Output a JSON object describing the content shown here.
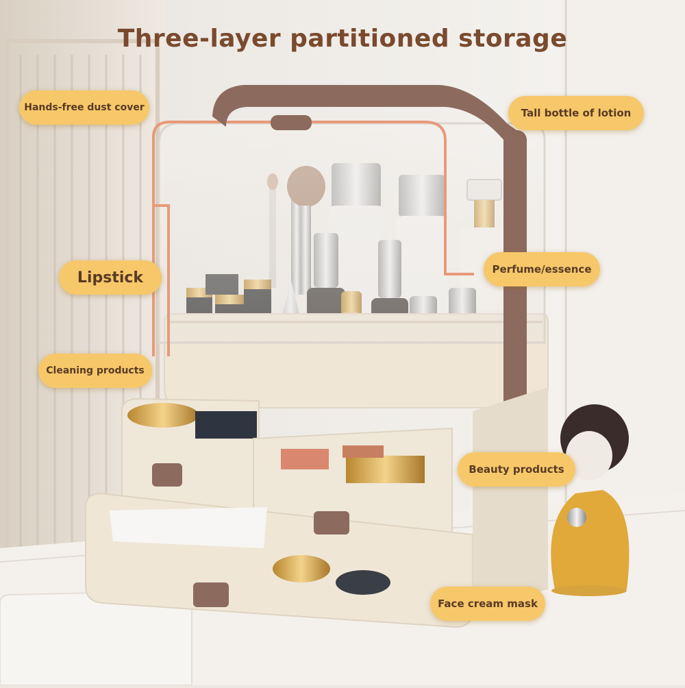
{
  "headline": "Three-layer partitioned storage",
  "labels": {
    "hands_free": "Hands-free dust cover",
    "tall_bottle": "Tall bottle of lotion",
    "lipstick": "Lipstick",
    "perfume": "Perfume/essence",
    "cleaning": "Cleaning products",
    "beauty": "Beauty products",
    "face_cream": "Face cream mask"
  },
  "colors": {
    "headline": "#7a4a2e",
    "pill_fill": "#f7c86a",
    "pill_text": "#5a3a24",
    "organizer_body": "#efe6d6",
    "handle": "#8c6a5e",
    "accent_line": "#e79a7a"
  }
}
